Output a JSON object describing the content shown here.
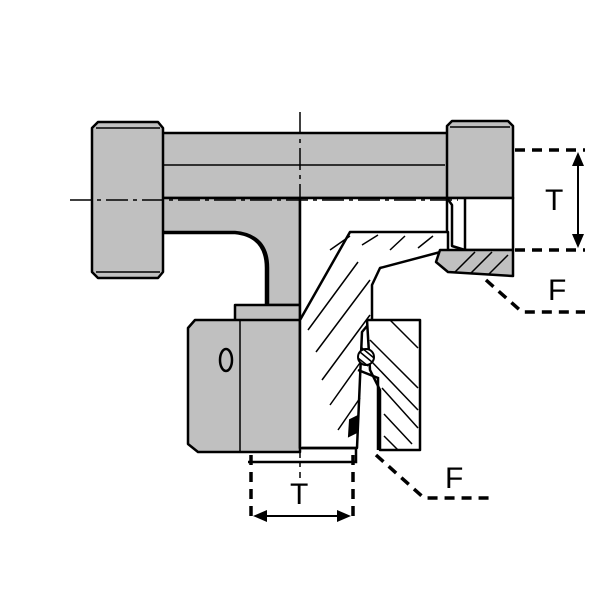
{
  "diagram": {
    "labels": {
      "thread_right": "T",
      "thread_bottom": "T",
      "form_right": "F",
      "form_bottom": "F"
    },
    "colors": {
      "body_fill": "#c0c0c0",
      "outline": "#000000",
      "background": "#ffffff"
    }
  }
}
